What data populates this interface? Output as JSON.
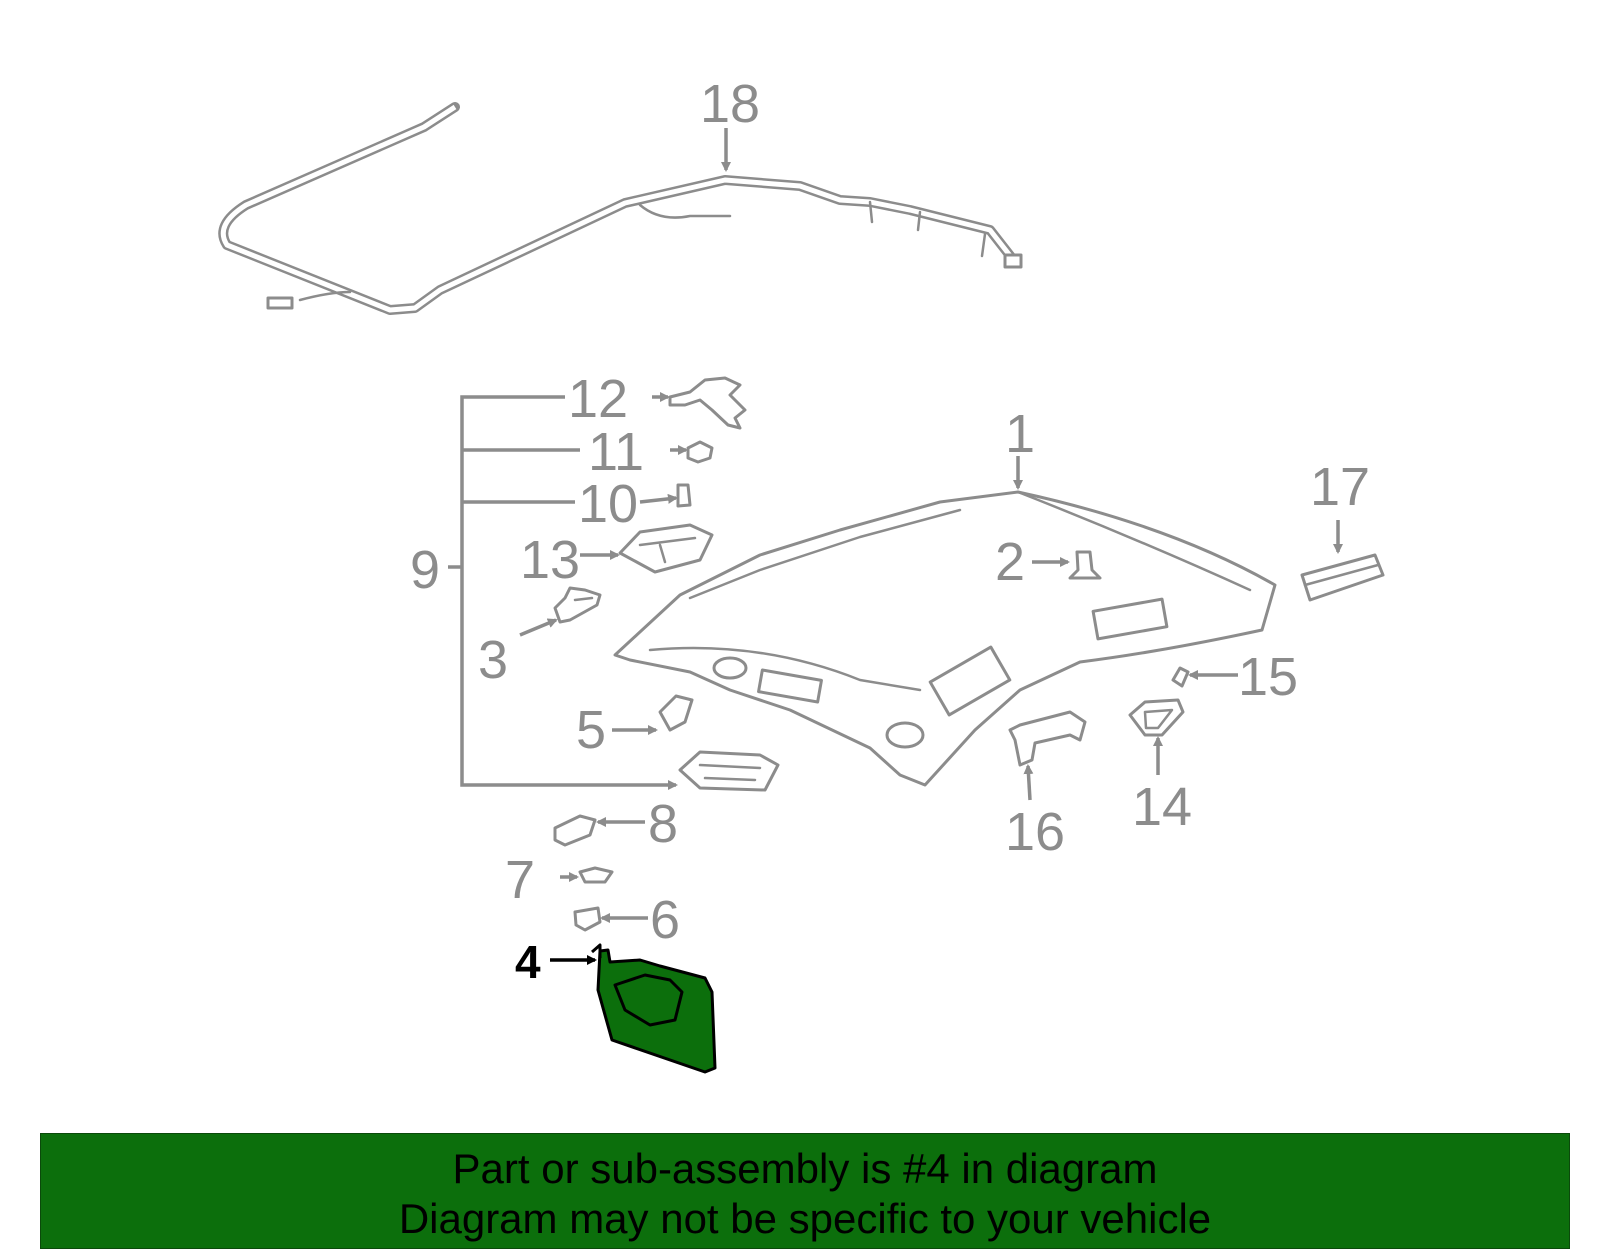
{
  "colors": {
    "highlight": "#0c6f0c",
    "banner_bg": "#0c6f0c",
    "part_stroke": "#8c8c8c",
    "callout_text": "#8c8c8c",
    "highlight_text": "#000000"
  },
  "callouts": {
    "c1": "1",
    "c2": "2",
    "c3": "3",
    "c4": "4",
    "c5": "5",
    "c6": "6",
    "c7": "7",
    "c8": "8",
    "c9": "9",
    "c10": "10",
    "c11": "11",
    "c12": "12",
    "c13": "13",
    "c14": "14",
    "c15": "15",
    "c16": "16",
    "c17": "17",
    "c18": "18"
  },
  "highlighted_part": "4",
  "banner": {
    "line1": "Part or sub-assembly is #4 in diagram",
    "line2": "Diagram may not be specific to your vehicle"
  }
}
